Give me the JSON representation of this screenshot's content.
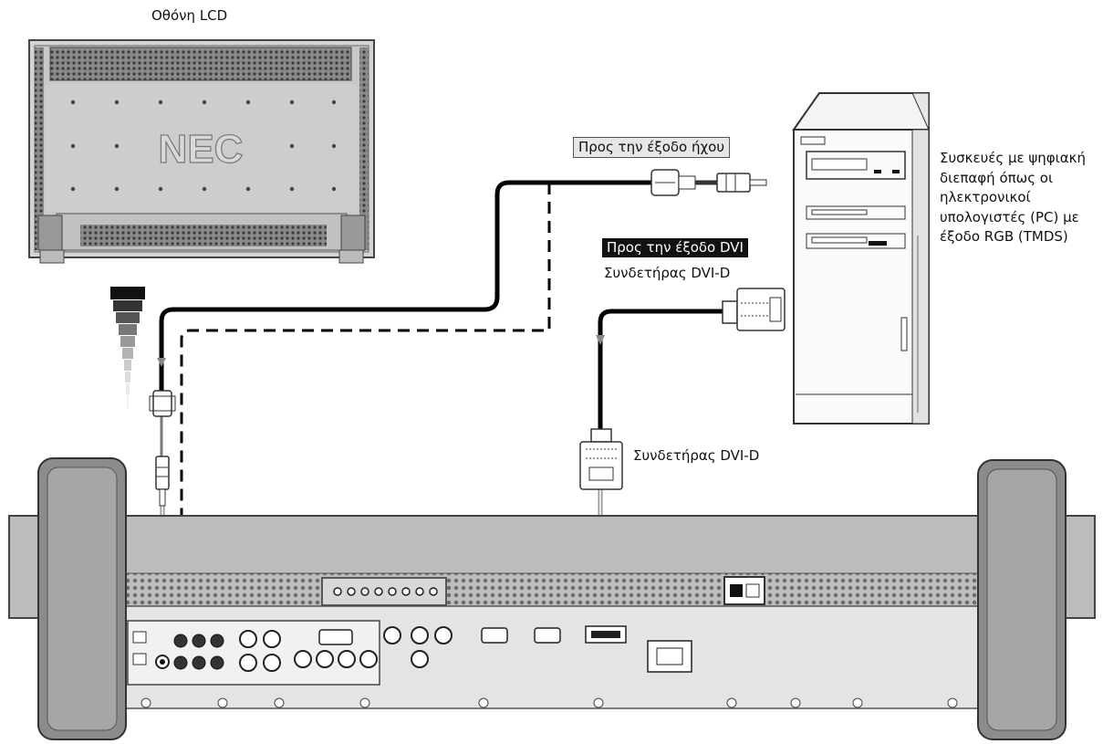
{
  "labels": {
    "lcd_monitor": "Οθόνη LCD",
    "to_audio_output": "Προς την έξοδο ήχου",
    "to_dvi_output": "Προς την έξοδο DVI",
    "dvi_connector_pc": "Συνδετήρας DVI-D",
    "dvi_connector_monitor": "Συνδετήρας DVI-D",
    "digital_devices": "Συσκευές με ψηφιακή διεπαφή όπως οι ηλεκτρονικοί υπολογιστές (PC) με έξοδο RGB (TMDS)"
  },
  "monitor": {
    "brand_logo": "NEC"
  },
  "icons": {
    "monitor": "lcd-monitor-icon",
    "pc": "desktop-pc-tower-icon",
    "audio_plug": "audio-mini-plug-icon",
    "dvi_plug": "dvi-d-connector-icon",
    "ferrite": "ferrite-core-icon",
    "terminal_panel": "rear-terminal-panel-icon"
  }
}
